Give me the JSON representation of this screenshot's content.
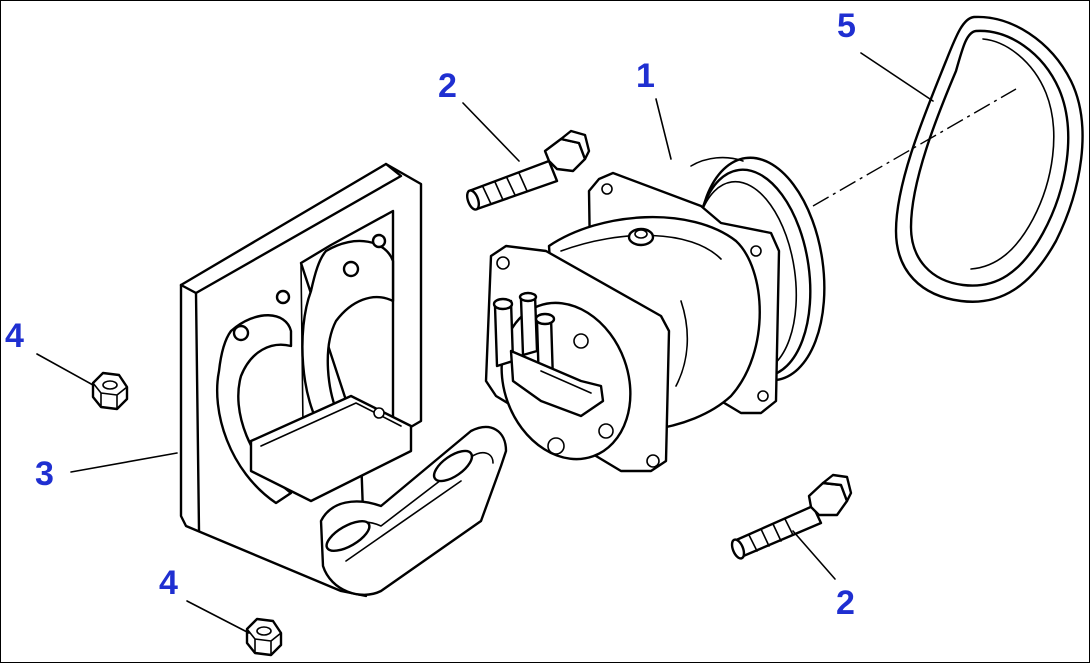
{
  "callouts": {
    "compressor": "1",
    "bolt_upper": "2",
    "bolt_lower": "2",
    "bracket": "3",
    "nut_upper": "4",
    "nut_lower": "4",
    "belt": "5"
  },
  "colors": {
    "callout": "#1f2fd1",
    "line": "#000000",
    "background": "#ffffff"
  }
}
